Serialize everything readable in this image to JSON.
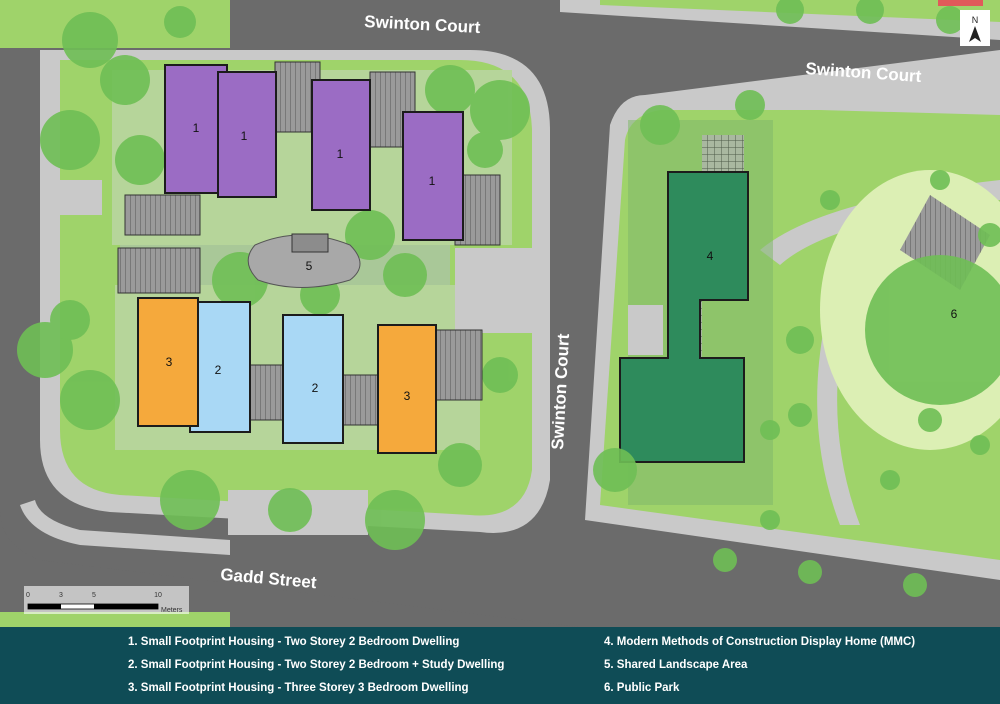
{
  "streets": {
    "north": "Swinton Court",
    "northeast": "Swinton Court",
    "middle": "Swinton Court",
    "south": "Gadd Street"
  },
  "north_arrow": "N",
  "plot_numbers": {
    "p1a": "1",
    "p1b": "1",
    "p1c": "1",
    "p1d": "1",
    "p2a": "2",
    "p2b": "2",
    "p3a": "3",
    "p3b": "3",
    "p4": "4",
    "p5": "5",
    "p6": "6"
  },
  "scale_bar": {
    "ticks": [
      "0",
      "3",
      "5",
      "10"
    ],
    "unit": "Meters"
  },
  "legend": {
    "item1": "1.  Small Footprint Housing - Two Storey 2 Bedroom Dwelling",
    "item2": "2.  Small Footprint Housing - Two Storey 2 Bedroom + Study Dwelling",
    "item3": "3.  Small Footprint Housing - Three Storey 3 Bedroom Dwelling",
    "item4": "4.  Modern Methods of Construction Display Home (MMC)",
    "item5": "5.  Shared Landscape Area",
    "item6": "6.  Public Park"
  },
  "colors": {
    "type1": "#9b6cc4",
    "type2": "#a9d8f5",
    "type3": "#f5a93c",
    "type4": "#2e8b5c",
    "road": "#6b6b6b",
    "footpath": "#c9c9c9",
    "grass": "#9fd36a",
    "legend_bg": "#0f4c56"
  }
}
